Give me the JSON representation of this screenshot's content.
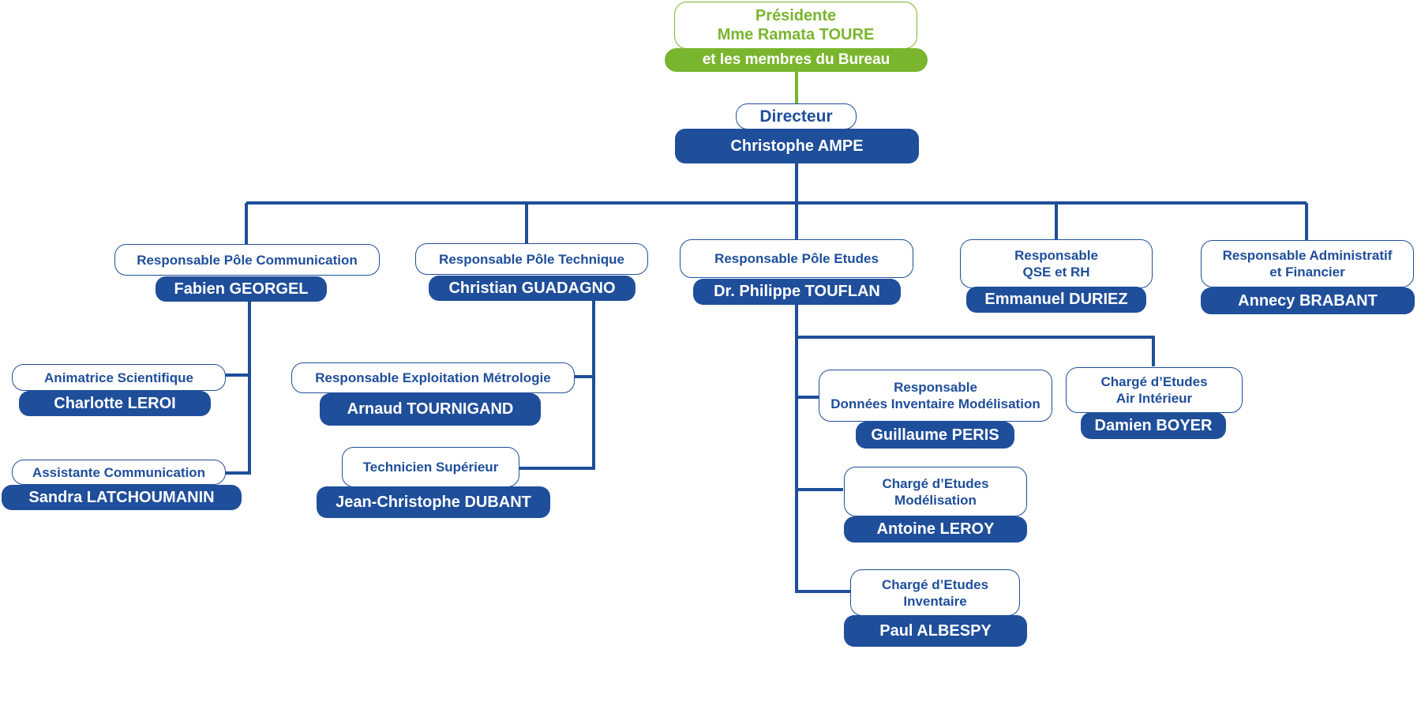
{
  "colors": {
    "blue": "#1f4e9a",
    "green": "#7ab52e"
  },
  "presidency": {
    "title_line1": "Présidente",
    "title_line2": "Mme Ramata TOURE",
    "bureau": "et les membres du Bureau"
  },
  "director": {
    "title": "Directeur",
    "name": "Christophe AMPE"
  },
  "poles": {
    "communication": {
      "title": "Responsable Pôle Communication",
      "name": "Fabien GEORGEL"
    },
    "technique": {
      "title": "Responsable Pôle Technique",
      "name": "Christian GUADAGNO"
    },
    "etudes": {
      "title": "Responsable Pôle Etudes",
      "name": "Dr. Philippe TOUFLAN"
    },
    "qse": {
      "title_line1": "Responsable",
      "title_line2": "QSE et RH",
      "name": "Emmanuel DURIEZ"
    },
    "admin": {
      "title_line1": "Responsable Administratif",
      "title_line2": "et Financier",
      "name": "Annecy BRABANT"
    }
  },
  "communication_staff": {
    "animatrice": {
      "title": "Animatrice Scientifique",
      "name": "Charlotte LEROI"
    },
    "assistante": {
      "title": "Assistante Communication",
      "name": "Sandra LATCHOUMANIN"
    }
  },
  "technique_staff": {
    "exploitation": {
      "title": "Responsable Exploitation Métrologie",
      "name": "Arnaud TOURNIGAND"
    },
    "technicien": {
      "title": "Technicien Supérieur",
      "name": "Jean-Christophe DUBANT"
    }
  },
  "etudes_staff": {
    "donnees": {
      "title_line1": "Responsable",
      "title_line2": "Données Inventaire Modélisation",
      "name": "Guillaume PERIS"
    },
    "air": {
      "title_line1": "Chargé d’Etudes",
      "title_line2": "Air Intérieur",
      "name": "Damien BOYER"
    },
    "modelisation": {
      "title_line1": "Chargé d’Etudes",
      "title_line2": "Modélisation",
      "name": "Antoine LEROY"
    },
    "inventaire": {
      "title_line1": "Chargé d’Etudes",
      "title_line2": "Inventaire",
      "name": "Paul ALBESPY"
    }
  }
}
